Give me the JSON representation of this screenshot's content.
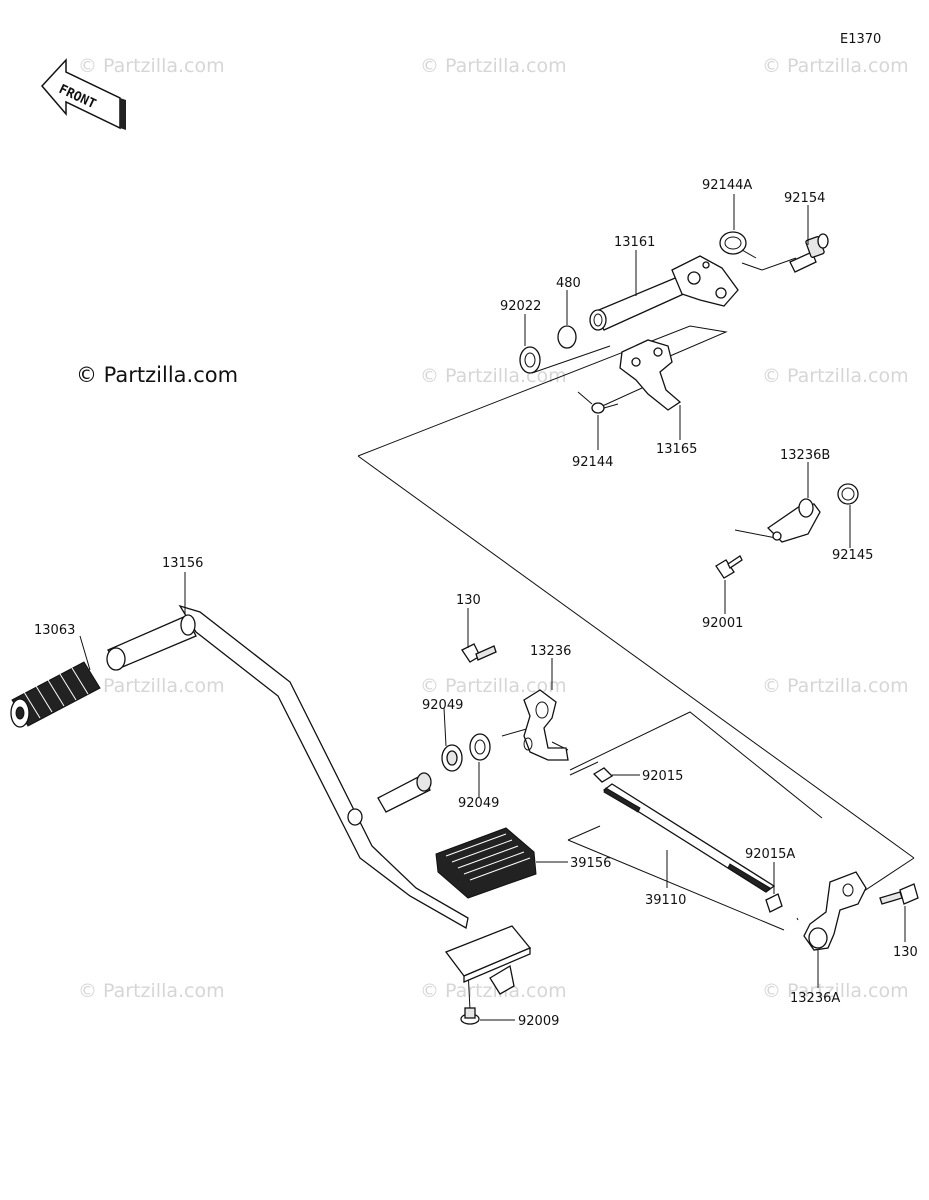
{
  "diagram_code": "E1370",
  "front_arrow_label": "FRONT",
  "main_watermark": "© Partzilla.com",
  "bg_watermark": "© Partzilla.com",
  "labels": {
    "p92144A": "92144A",
    "p92154": "92154",
    "p13161": "13161",
    "p480": "480",
    "p92022": "92022",
    "p92144": "92144",
    "p13165": "13165",
    "p13236B": "13236B",
    "p92145": "92145",
    "p92001": "92001",
    "p13156": "13156",
    "p13063": "13063",
    "p130a": "130",
    "p13236": "13236",
    "p92049a": "92049",
    "p92049b": "92049",
    "p92015": "92015",
    "p92015A": "92015A",
    "p39156": "39156",
    "p39110": "39110",
    "p130b": "130",
    "p13236A": "13236A",
    "p92009": "92009"
  }
}
